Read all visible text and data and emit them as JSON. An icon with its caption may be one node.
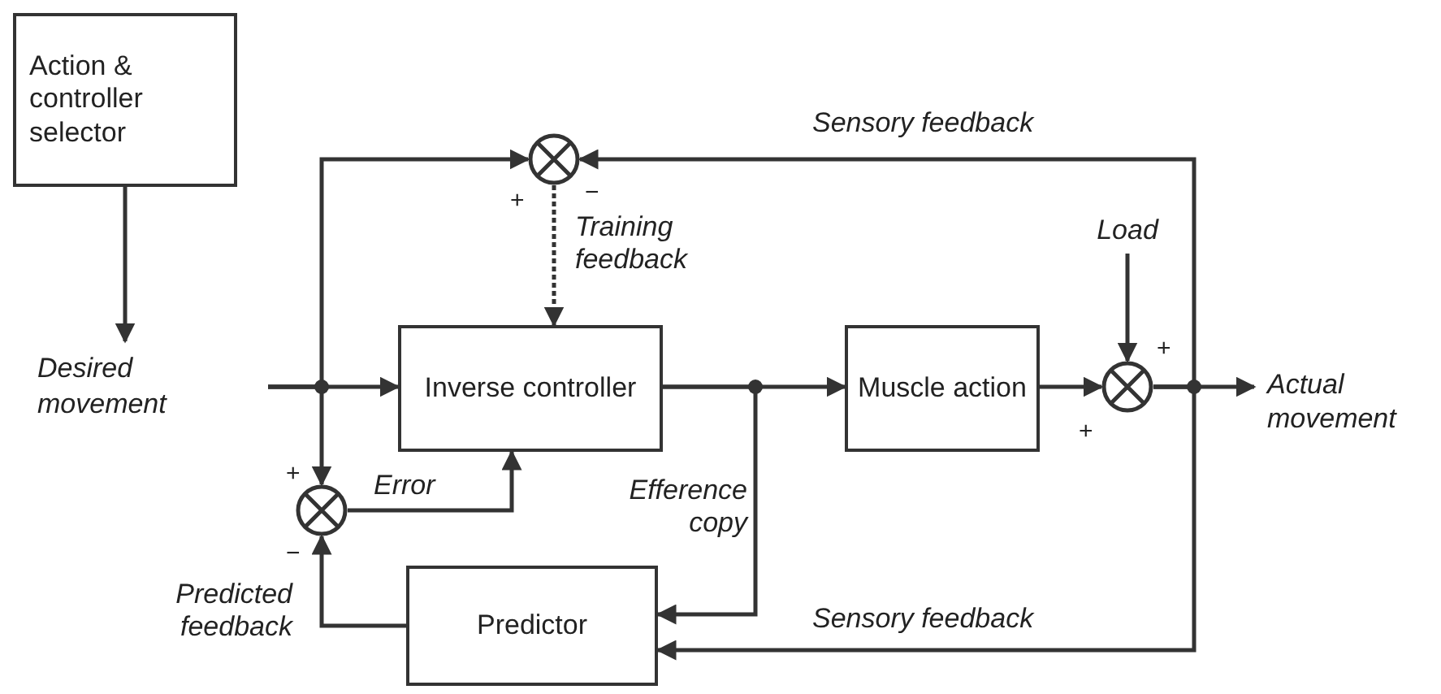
{
  "diagram": {
    "nodes": [
      {
        "text": [
          "Action & controller selector"
        ]
      },
      {
        "text": [
          "Desired movement"
        ]
      },
      {
        "text": [
          "Inverse controller"
        ]
      },
      {
        "text": [
          "Muscle action"
        ]
      },
      {
        "text": [
          "Predictor"
        ]
      },
      {
        "text": [],
        "shape": "circle"
      },
      {
        "text": [],
        "shape": "circle"
      },
      {
        "text": [],
        "shape": "circle"
      },
      {
        "text": [
          "Load"
        ]
      },
      {
        "text": [
          "Actual movement"
        ]
      }
    ],
    "edges": [
      {
        "from": 0,
        "to": 1,
        "arrow": "to"
      },
      {
        "from": 1,
        "to": 2,
        "arrow": "to"
      },
      {
        "from": 1,
        "to": 5,
        "arrow": "to"
      },
      {
        "from": 1,
        "to": 6,
        "arrow": "to"
      },
      {
        "from": 5,
        "to": 2,
        "arrow": "to",
        "label": "Training feedback",
        "style": "dashed"
      },
      {
        "from": 2,
        "to": 3,
        "arrow": "to"
      },
      {
        "from": 2,
        "to": 4,
        "arrow": "to",
        "label": "Efference copy"
      },
      {
        "from": 3,
        "to": 7,
        "arrow": "to"
      },
      {
        "from": 8,
        "to": 7,
        "arrow": "to"
      },
      {
        "from": 7,
        "to": 9,
        "arrow": "to"
      },
      {
        "from": 7,
        "to": 5,
        "arrow": "to",
        "label": "Sensory feedback"
      },
      {
        "from": 7,
        "to": 4,
        "arrow": "to",
        "label": "Sensory feedback"
      },
      {
        "from": 6,
        "to": 2,
        "arrow": "to",
        "label": "Error"
      },
      {
        "from": 4,
        "to": 6,
        "arrow": "to",
        "label": "Predicted feedback"
      }
    ],
    "labels": [
      "+",
      "−",
      "+",
      "+",
      "+",
      "−"
    ]
  }
}
